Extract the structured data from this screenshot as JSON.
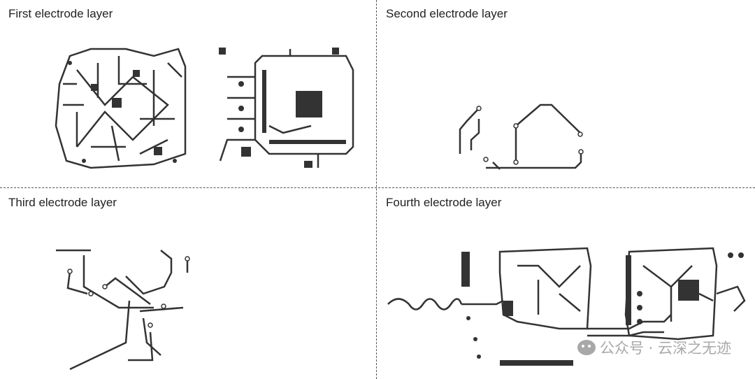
{
  "panels": {
    "first": {
      "label": "First electrode layer"
    },
    "second": {
      "label": "Second electrode layer"
    },
    "third": {
      "label": "Third electrode layer"
    },
    "fourth": {
      "label": "Fourth electrode layer"
    }
  },
  "watermark": {
    "text": "公众号 · 云深之无迹",
    "icon": "wechat-logo-icon"
  }
}
